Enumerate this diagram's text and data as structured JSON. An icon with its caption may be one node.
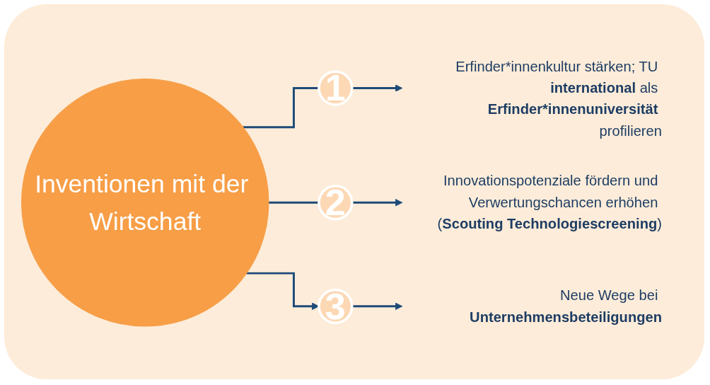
{
  "diagram": {
    "nodes": [
      {
        "text": [
          "Inventionen mit der Wirtschaft"
        ]
      },
      {
        "text": [
          "1"
        ]
      },
      {
        "text": [
          "2"
        ]
      },
      {
        "text": [
          "3"
        ]
      },
      {
        "text": [
          "Erfinder*innenkultur stärken; TU **international** als **Erfinder*innenuniversität** profilieren"
        ]
      },
      {
        "text": [
          "Innovationspotenziale fördern und Verwertungschancen erhöhen (**Scouting Technologiescreening**)"
        ]
      },
      {
        "text": [
          "Neue Wege bei **Unternehmensbeteiligungen**"
        ]
      }
    ],
    "edges": [
      {
        "from": 0,
        "to": 1,
        "arrow": "none"
      },
      {
        "from": 0,
        "to": 2,
        "arrow": "none"
      },
      {
        "from": 0,
        "to": 3,
        "arrow": "to"
      },
      {
        "from": 1,
        "to": 4,
        "arrow": "to"
      },
      {
        "from": 2,
        "to": 5,
        "arrow": "to"
      },
      {
        "from": 3,
        "to": 6,
        "arrow": "to"
      }
    ]
  }
}
